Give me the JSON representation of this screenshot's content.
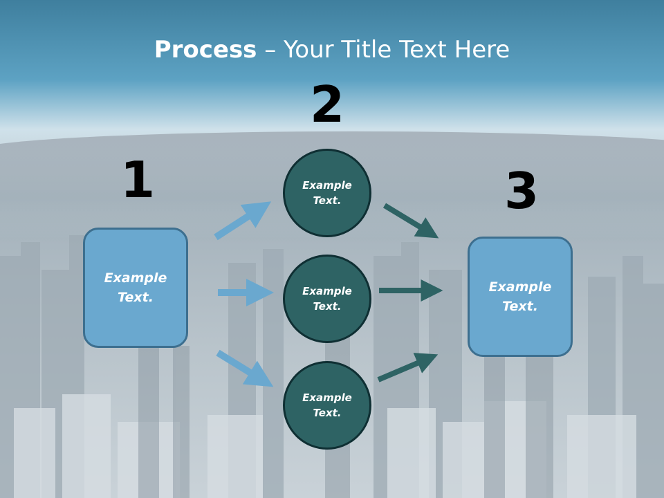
{
  "title": {
    "bold": "Process",
    "rest": " – Your Title Text Here"
  },
  "steps": {
    "one": "1",
    "two": "2",
    "three": "3"
  },
  "left_box": {
    "text": "Example Text."
  },
  "circles": [
    {
      "text": "Example Text."
    },
    {
      "text": "Example Text."
    },
    {
      "text": "Example Text."
    }
  ],
  "right_box": {
    "text": "Example Text."
  },
  "colors": {
    "box_fill": "#6aa8cf",
    "circle_fill": "#2e6364",
    "left_arrows": "#6aa8cf",
    "right_arrows": "#2e6364",
    "title_text": "#ffffff"
  }
}
